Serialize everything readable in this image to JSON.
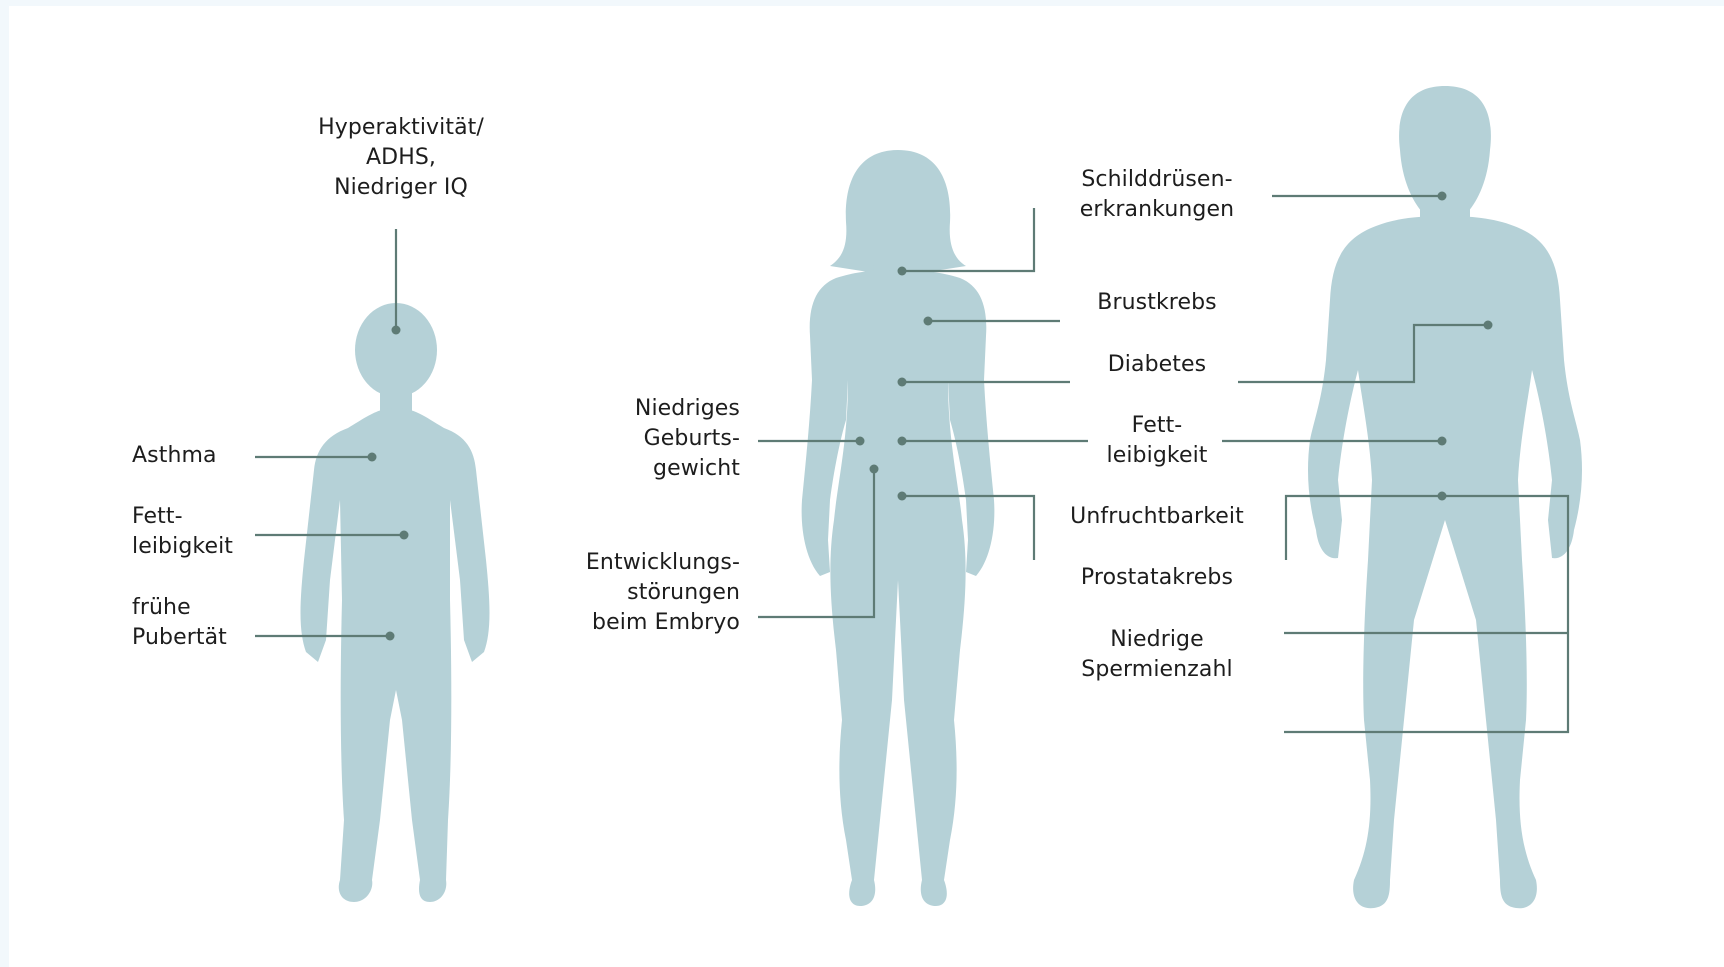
{
  "colors": {
    "body_fill": "#b5d1d7",
    "connector": "#5e7b75",
    "text": "#1d1d1d",
    "background": "#ffffff",
    "outer_border": "#f2f8fc"
  },
  "figures": [
    "child-silhouette",
    "woman-silhouette",
    "man-silhouette"
  ],
  "labels": {
    "child_head": "Hyperaktivität/\nADHS,\nNiedriger IQ",
    "child_asthma": "Asthma",
    "child_obesity": "Fett-\nleibigkeit",
    "child_puberty": "frühe\nPubertät",
    "woman_birthweight": "Niedriges\nGeburts-\ngewicht",
    "woman_embryo": "Entwicklungs-\nstörungen\nbeim Embryo",
    "thyroid": "Schilddrüsen-\nerkrankungen",
    "breast_cancer": "Brustkrebs",
    "diabetes": "Diabetes",
    "obesity": "Fett-\nleibigkeit",
    "infertility": "Unfruchtbarkeit",
    "prostate_cancer": "Prostatakrebs",
    "low_sperm": "Niedrige\nSpermienzahl"
  }
}
